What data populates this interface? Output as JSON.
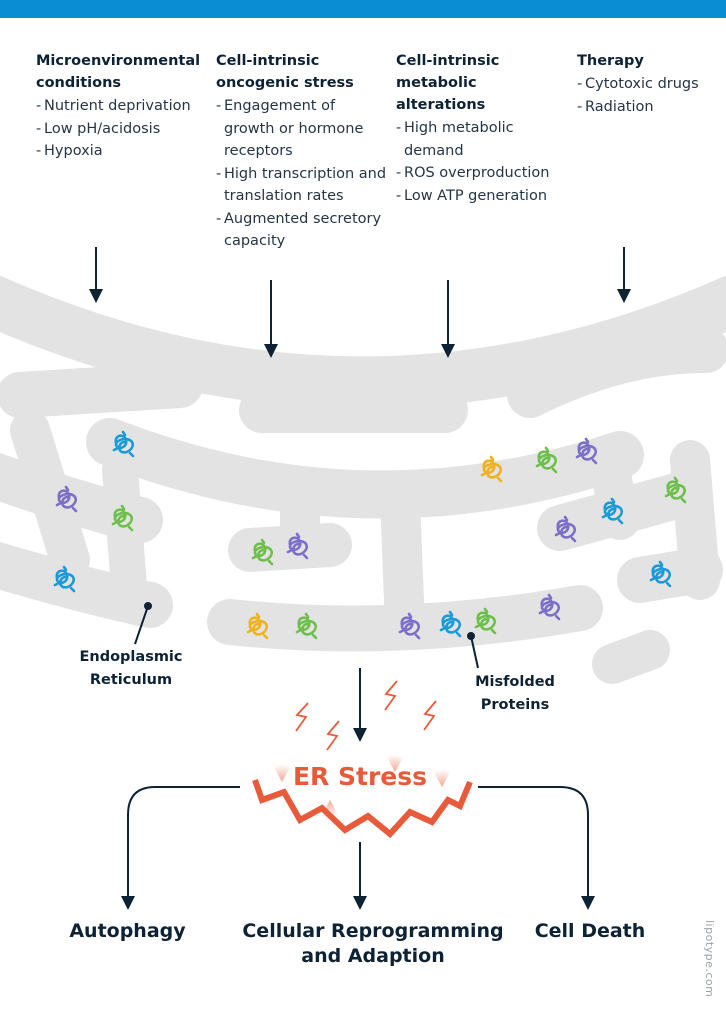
{
  "columns": [
    {
      "heading": "Microenvironmental conditions",
      "items": [
        "Nutrient deprivation",
        "Low pH/acidosis",
        "Hypoxia"
      ]
    },
    {
      "heading": "Cell-intrinsic oncogenic stress",
      "items": [
        "Engagement of growth or hormone receptors",
        "High transcription and translation rates",
        "Augmented secretory capacity"
      ]
    },
    {
      "heading": "Cell-intrinsic metabolic alterations",
      "items": [
        "High metabolic demand",
        "ROS overproduction",
        "Low ATP generation"
      ]
    },
    {
      "heading": "Therapy",
      "items": [
        "Cytotoxic drugs",
        "Radiation"
      ]
    }
  ],
  "labels": {
    "er": "Endoplasmic Reticulum",
    "misfolded": "Misfolded Proteins",
    "stress": "ER Stress"
  },
  "outcomes": {
    "left": "Autophagy",
    "center": "Cellular Reprogramming and Adaption",
    "right": "Cell Death"
  },
  "credit": "lipotype.com",
  "colors": {
    "topbar": "#0b8dd4",
    "membrane": "#e3e3e3",
    "text_dark": "#0e2235",
    "stress": "#e85b3a",
    "protein_blue": "#1a9ad8",
    "protein_green": "#6cc04a",
    "protein_purple": "#7b6fc9",
    "protein_yellow": "#f0b21a"
  }
}
